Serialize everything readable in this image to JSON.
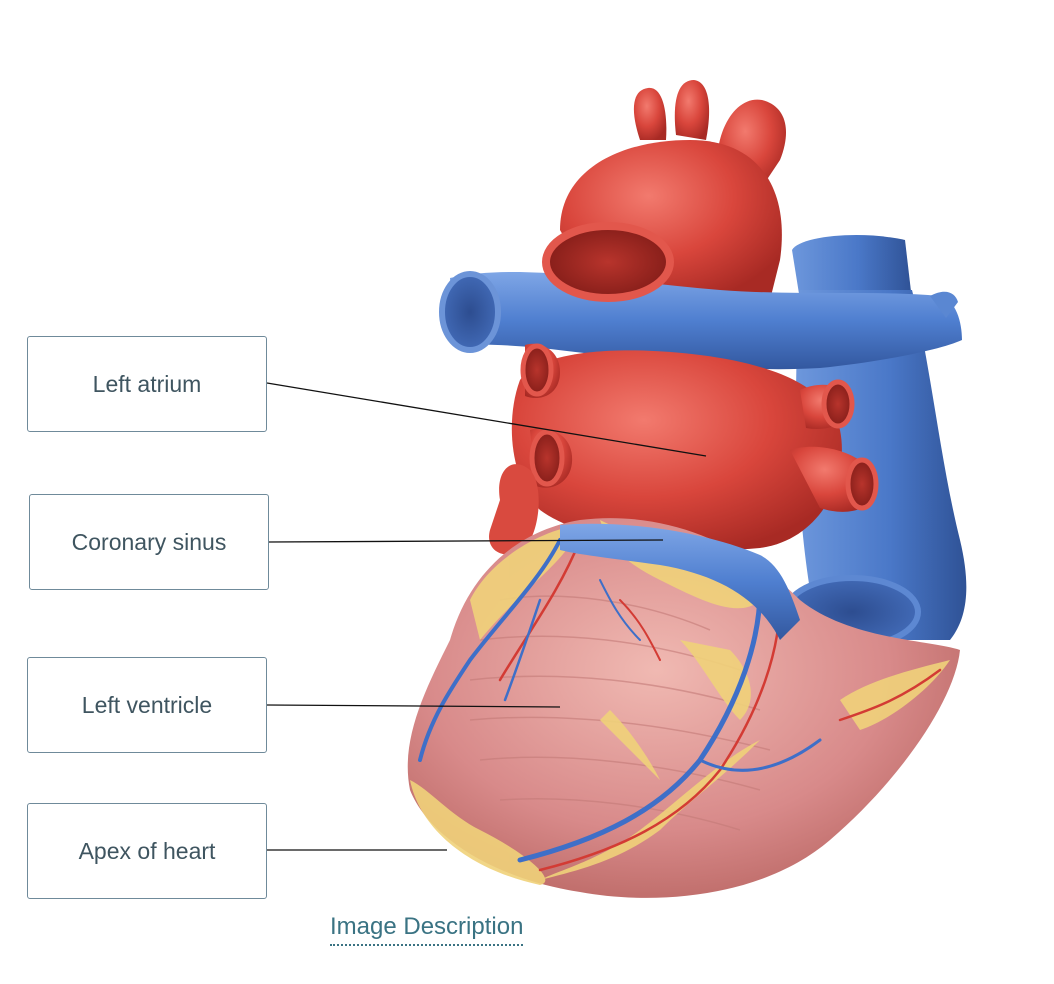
{
  "labels": [
    {
      "text": "Left atrium"
    },
    {
      "text": "Coronary sinus"
    },
    {
      "text": "Left ventricle"
    },
    {
      "text": "Apex of heart"
    }
  ],
  "image_description_link": "Image Description",
  "colors": {
    "artery_red": "#d9463c",
    "vein_blue": "#4f7fd0",
    "fat_yellow": "#f0d27a",
    "muscle_pink": "#d88a8a",
    "label_border": "#6f8a9a",
    "label_text": "#3f5560",
    "link_text": "#3a7383"
  }
}
